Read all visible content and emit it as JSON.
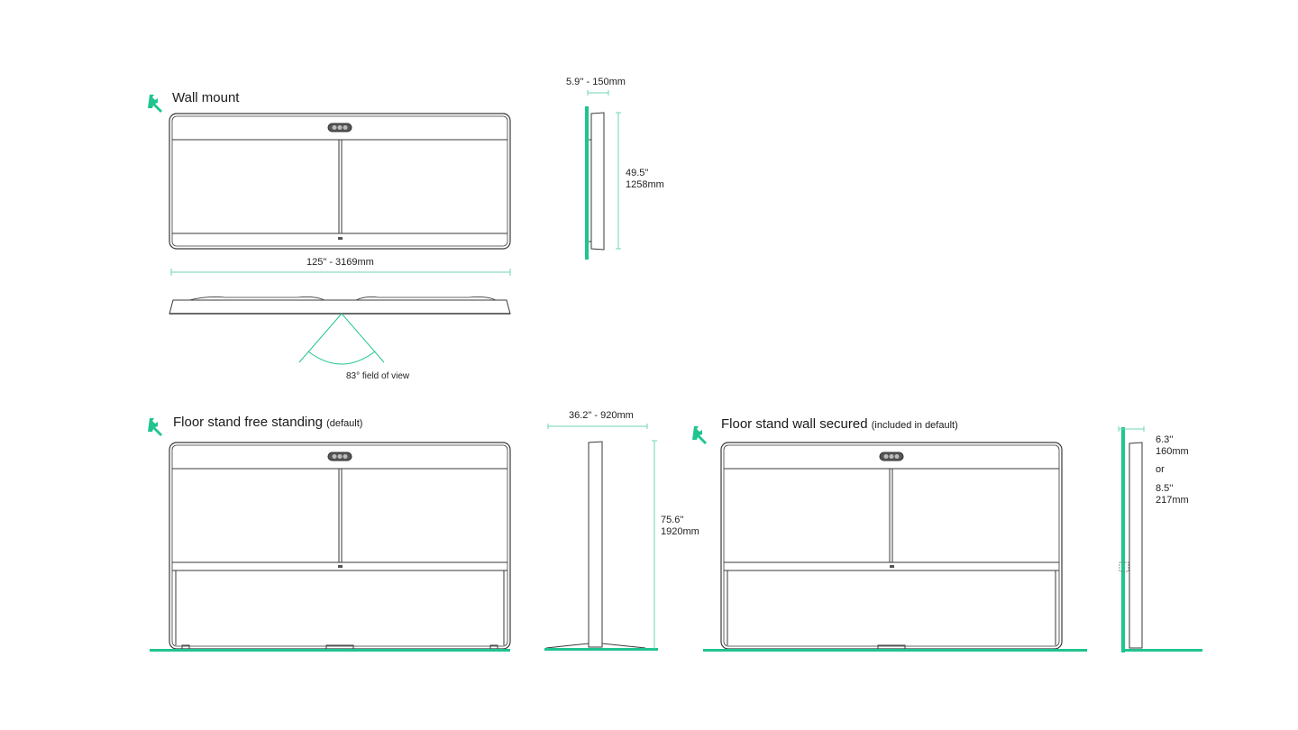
{
  "colors": {
    "accent": "#1fc48f",
    "outline": "#3a3a3a",
    "dim_line": "#6fd4b4"
  },
  "sections": {
    "wall_mount": {
      "title": "Wall mount",
      "icon": "wrench-icon",
      "width_label": "125\" - 3169mm",
      "depth_label": "5.9'' - 150mm",
      "height_label_in": "49.5\"",
      "height_label_mm": "1258mm",
      "fov_label": "83° field of view"
    },
    "floor_free": {
      "title": "Floor stand free standing",
      "subtitle": "(default)",
      "icon": "wrench-icon",
      "depth_label": "36.2\" - 920mm",
      "height_label_in": "75.6''",
      "height_label_mm": "1920mm"
    },
    "floor_wall": {
      "title": "Floor stand wall secured",
      "subtitle": "(included in default)",
      "icon": "wrench-icon",
      "depth1_in": "6.3''",
      "depth1_mm": "160mm",
      "or": "or",
      "depth2_in": "8.5''",
      "depth2_mm": "217mm"
    }
  }
}
